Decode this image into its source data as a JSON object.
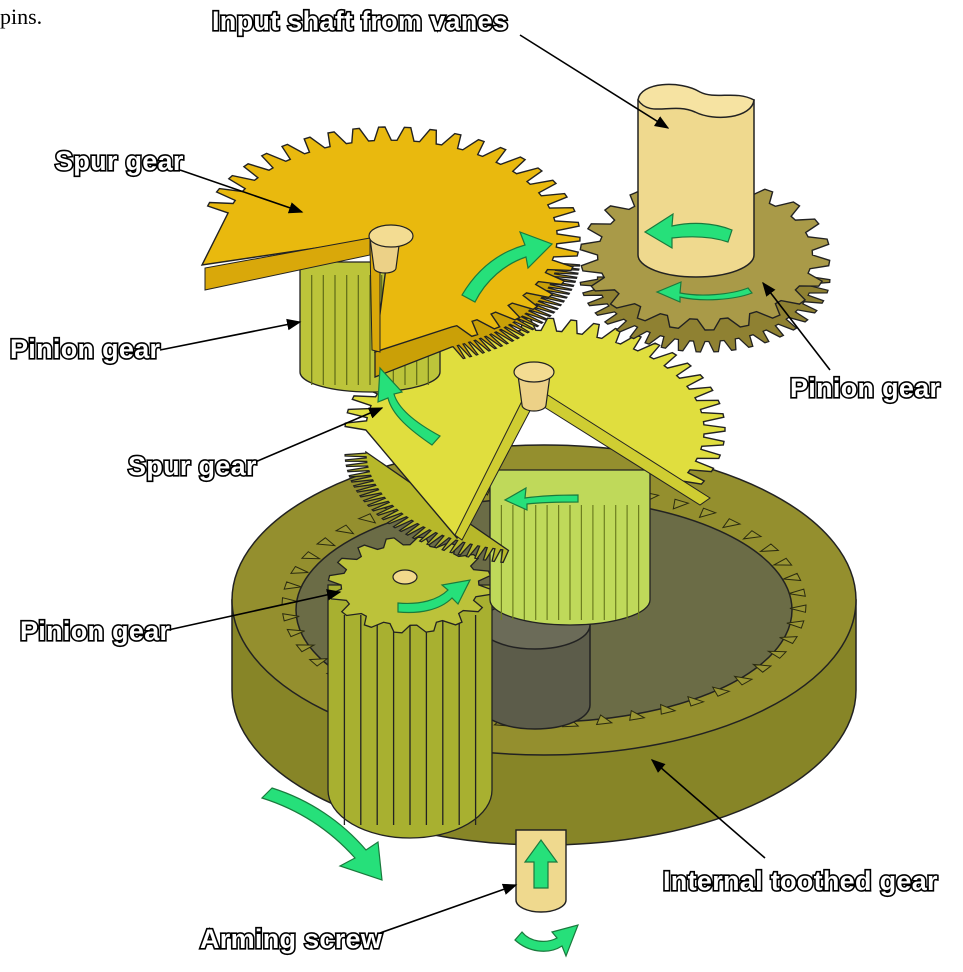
{
  "caption_fragment": "pins.",
  "labels": {
    "input_shaft": "Input shaft from vanes",
    "spur_gear_top": "Spur gear",
    "pinion_gear_left": "Pinion gear",
    "pinion_gear_right": "Pinion gear",
    "spur_gear_middle": "Spur gear",
    "pinion_gear_lower": "Pinion gear",
    "internal_toothed_gear": "Internal toothed gear",
    "arming_screw": "Arming screw"
  },
  "colors": {
    "spur_top": "#e8b80e",
    "spur_middle": "#dede3c",
    "pinion_upper": "#c9d24a",
    "pinion_lower": "#bcc23a",
    "shaft_gear": "#a99a48",
    "shaft": "#efd98e",
    "ring_outer": "#8e8a2a",
    "ring_floor": "#6f7048",
    "hub": "#5f5f4e",
    "arrow": "#26e07a"
  }
}
